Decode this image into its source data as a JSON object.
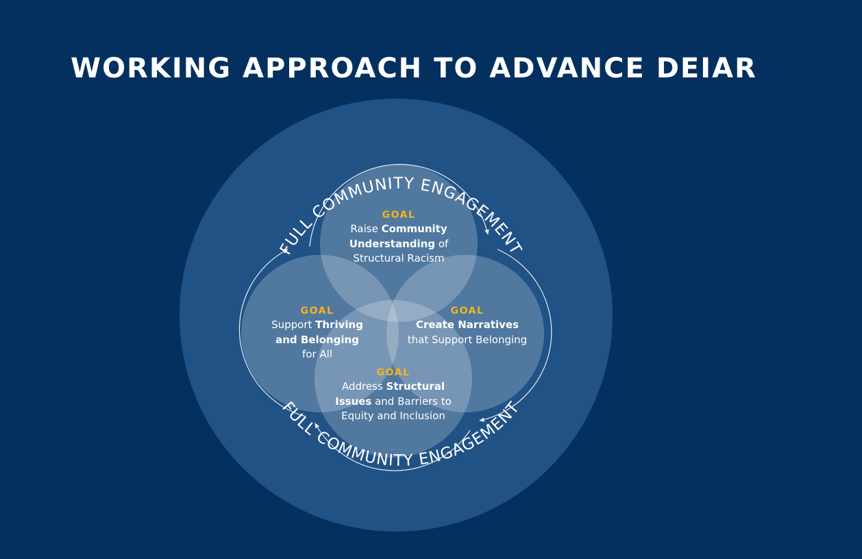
{
  "title": "WORKING APPROACH TO ADVANCE DEIAR",
  "ring": {
    "top_label": "FULL COMMUNITY ENGAGEMENT",
    "bottom_label": "FULL COMMUNITY ENGAGEMENT"
  },
  "goals": [
    {
      "label": "GOAL",
      "parts": [
        {
          "text": "Raise ",
          "bold": false
        },
        {
          "text": "Community Understanding",
          "bold": true
        },
        {
          "text": " of Structural Racism",
          "bold": false
        }
      ]
    },
    {
      "label": "GOAL",
      "parts": [
        {
          "text": "Support ",
          "bold": false
        },
        {
          "text": "Thriving and Belonging",
          "bold": true
        },
        {
          "text": " for All",
          "bold": false
        }
      ]
    },
    {
      "label": "GOAL",
      "parts": [
        {
          "text": "Create Narratives",
          "bold": true
        },
        {
          "text": " that Support Belonging",
          "bold": false
        }
      ]
    },
    {
      "label": "GOAL",
      "parts": [
        {
          "text": "Address ",
          "bold": false
        },
        {
          "text": "Structural Issues",
          "bold": true
        },
        {
          "text": " and Barriers to Equity and Inclusion",
          "bold": false
        }
      ]
    }
  ],
  "colors": {
    "background": "#03305f",
    "outer_circle": "#215285",
    "goal_circle_fill": "#ffffff",
    "goal_label": "#f2b61c",
    "text": "#ffffff"
  }
}
